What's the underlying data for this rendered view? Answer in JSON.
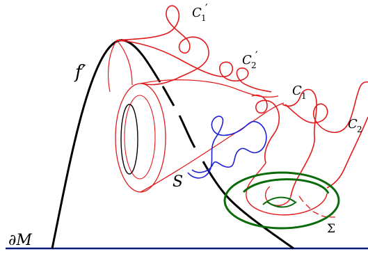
{
  "labels": {
    "f_prime": "f′",
    "c1_prime_main": "C",
    "c1_prime_sub": "1",
    "c1_prime_mark": "′",
    "c2_prime_main": "C",
    "c2_prime_sub": "2",
    "c2_prime_mark": "′",
    "c1_main": "C",
    "c1_sub": "1",
    "c2_main": "C",
    "c2_sub": "2",
    "s": "S",
    "sigma": "Σ",
    "boundary": "∂M"
  },
  "colors": {
    "curve_f": "#000000",
    "curves_c": "#e31a1c",
    "curve_s": "#1f1fd6",
    "surface_sigma": "#0b6b0b",
    "boundary_line": "#0b1c7a"
  }
}
